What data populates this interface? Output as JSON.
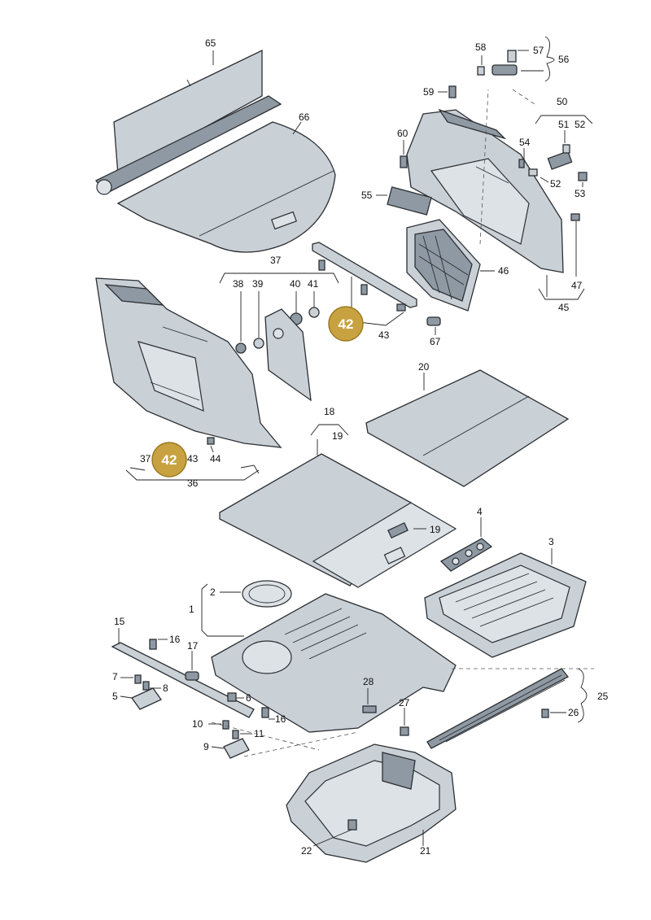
{
  "labels": {
    "l1": "1",
    "l2": "2",
    "l3": "3",
    "l4": "4",
    "l5": "5",
    "l6": "6",
    "l7": "7",
    "l8": "8",
    "l9": "9",
    "l10": "10",
    "l11": "11",
    "l15": "15",
    "l16a": "16",
    "l16b": "16",
    "l17": "17",
    "l18": "18",
    "l19a": "19",
    "l19b": "19",
    "l20": "20",
    "l21": "21",
    "l22": "22",
    "l25": "25",
    "l26": "26",
    "l27": "27",
    "l28": "28",
    "l36": "36",
    "l37a": "37",
    "l37b": "37",
    "l38": "38",
    "l39": "39",
    "l40": "40",
    "l41": "41",
    "l43a": "43",
    "l43b": "43",
    "l44": "44",
    "l45": "45",
    "l46": "46",
    "l47": "47",
    "l50": "50",
    "l51": "51",
    "l52a": "52",
    "l52b": "52",
    "l53": "53",
    "l54": "54",
    "l55": "55",
    "l56": "56",
    "l57": "57",
    "l58": "58",
    "l59": "59",
    "l60": "60",
    "l65": "65",
    "l66": "66",
    "l67": "67"
  },
  "highlights": {
    "badge_upper": "42",
    "badge_lower": "42",
    "color": "#c8a240"
  }
}
